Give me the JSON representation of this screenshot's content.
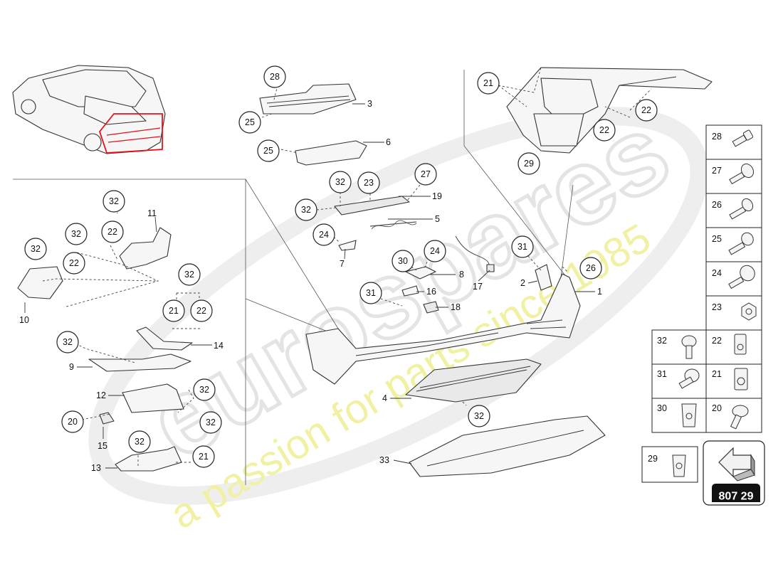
{
  "diagram_number": "807 29",
  "watermark": {
    "brand": "eurospares",
    "tagline": "a passion for parts since 1985"
  },
  "callouts": [
    {
      "id": "c28a",
      "label": "28"
    },
    {
      "id": "c25a",
      "label": "25"
    },
    {
      "id": "c25b",
      "label": "25"
    },
    {
      "id": "c32a",
      "label": "32"
    },
    {
      "id": "c23a",
      "label": "23"
    },
    {
      "id": "c27a",
      "label": "27"
    },
    {
      "id": "c32b",
      "label": "32"
    },
    {
      "id": "c24a",
      "label": "24"
    },
    {
      "id": "c21a",
      "label": "21"
    },
    {
      "id": "c22a",
      "label": "22"
    },
    {
      "id": "c22b",
      "label": "22"
    },
    {
      "id": "c29a",
      "label": "29"
    },
    {
      "id": "c32c",
      "label": "32"
    },
    {
      "id": "c32d",
      "label": "32"
    },
    {
      "id": "c22c",
      "label": "22"
    },
    {
      "id": "c32e",
      "label": "32"
    },
    {
      "id": "c22d",
      "label": "22"
    },
    {
      "id": "c32f",
      "label": "32"
    },
    {
      "id": "c21b",
      "label": "21"
    },
    {
      "id": "c22e",
      "label": "22"
    },
    {
      "id": "c32g",
      "label": "32"
    },
    {
      "id": "c30a",
      "label": "30"
    },
    {
      "id": "c24b",
      "label": "24"
    },
    {
      "id": "c31a",
      "label": "31"
    },
    {
      "id": "c31b",
      "label": "31"
    },
    {
      "id": "c26a",
      "label": "26"
    },
    {
      "id": "c32h",
      "label": "32"
    },
    {
      "id": "c20a",
      "label": "20"
    },
    {
      "id": "c32i",
      "label": "32"
    },
    {
      "id": "c32j",
      "label": "32"
    },
    {
      "id": "c32k",
      "label": "32"
    },
    {
      "id": "c21c",
      "label": "21"
    }
  ],
  "part_labels": [
    {
      "id": "p3",
      "label": "3"
    },
    {
      "id": "p6",
      "label": "6"
    },
    {
      "id": "p19",
      "label": "19"
    },
    {
      "id": "p5",
      "label": "5"
    },
    {
      "id": "p7",
      "label": "7"
    },
    {
      "id": "p8",
      "label": "8"
    },
    {
      "id": "p16",
      "label": "16"
    },
    {
      "id": "p17",
      "label": "17"
    },
    {
      "id": "p18",
      "label": "18"
    },
    {
      "id": "p2",
      "label": "2"
    },
    {
      "id": "p1",
      "label": "1"
    },
    {
      "id": "p11",
      "label": "11"
    },
    {
      "id": "p10",
      "label": "10"
    },
    {
      "id": "p14",
      "label": "14"
    },
    {
      "id": "p9",
      "label": "9"
    },
    {
      "id": "p12",
      "label": "12"
    },
    {
      "id": "p15",
      "label": "15"
    },
    {
      "id": "p13",
      "label": "13"
    },
    {
      "id": "p4",
      "label": "4"
    },
    {
      "id": "p33",
      "label": "33"
    }
  ],
  "hardware_legend": [
    {
      "label": "28",
      "icon": "bolt-icon"
    },
    {
      "label": "27",
      "icon": "torx-bolt-icon"
    },
    {
      "label": "26",
      "icon": "bolt-icon"
    },
    {
      "label": "25",
      "icon": "bolt-icon"
    },
    {
      "label": "24",
      "icon": "flange-screw-icon"
    },
    {
      "label": "23",
      "icon": "hex-nut-icon"
    },
    {
      "label": "32",
      "icon": "torx-bolt-icon"
    },
    {
      "label": "22",
      "icon": "clip-nut-icon"
    },
    {
      "label": "31",
      "icon": "torx-bolt-icon"
    },
    {
      "label": "21",
      "icon": "clip-nut-icon"
    },
    {
      "label": "30",
      "icon": "spring-clip-icon"
    },
    {
      "label": "20",
      "icon": "flange-screw-icon"
    },
    {
      "label": "29",
      "icon": "spring-clip-icon"
    }
  ],
  "colors": {
    "highlight": "#e8101a",
    "watermark": "#e9e9e9",
    "tagline": "#f3f3a8",
    "badge": "#111111"
  }
}
